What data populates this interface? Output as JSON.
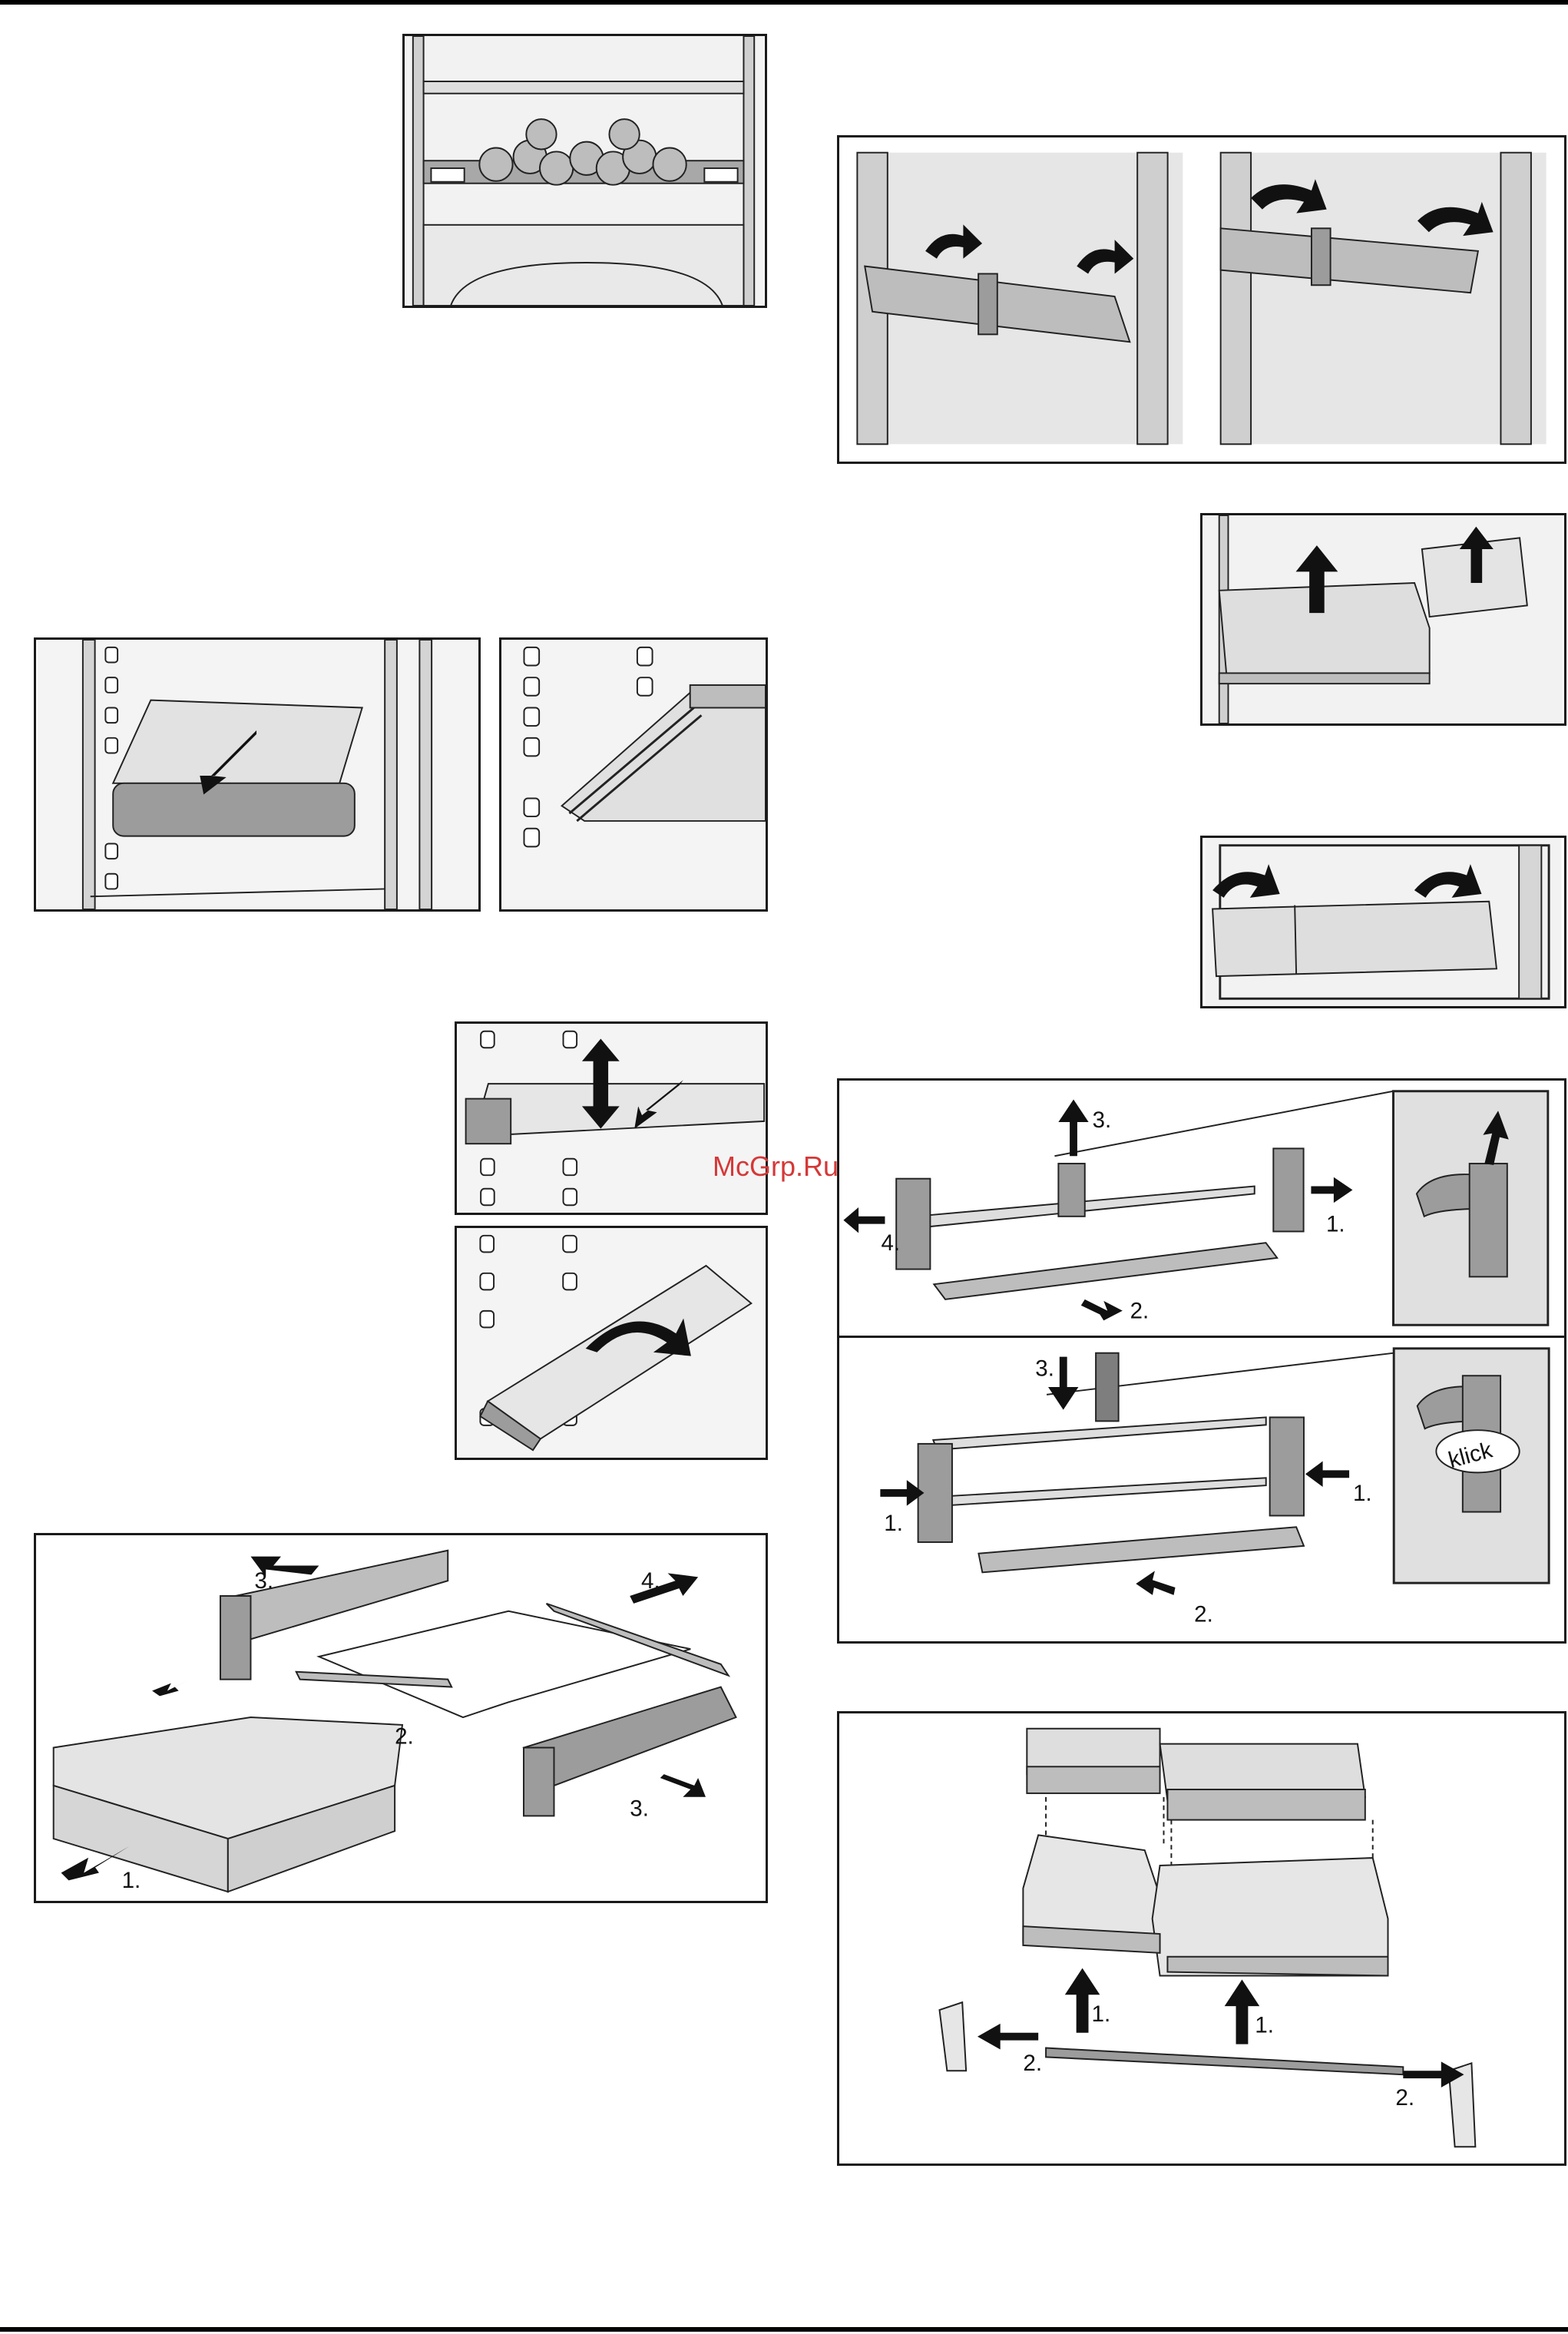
{
  "watermark": "McGrp.Ru",
  "figures": {
    "bottle_shelf": {},
    "drawer_pull": {},
    "drawer_rails": {},
    "shelf_adjust": {},
    "shelf_tilt": {},
    "drawer_parts": {
      "step1": "1.",
      "step2": "2.",
      "step3a": "3.",
      "step3b": "3.",
      "step4": "4."
    },
    "rack_mount": {},
    "box_lift": {},
    "box_door": {},
    "rack_remove": {
      "step1": "1.",
      "step2": "2.",
      "step3": "3.",
      "step4": "4."
    },
    "rack_install": {
      "step1a": "1.",
      "step1b": "1.",
      "step2": "2.",
      "step3": "3.",
      "klick": "klick"
    },
    "door_box_parts": {
      "step1a": "1.",
      "step1b": "1.",
      "step2a": "2.",
      "step2b": "2."
    }
  },
  "colors": {
    "ink": "#1a1a1a",
    "mid_gray": "#9a9a9a",
    "light_gray": "#dcdcdc",
    "watermark": "#d53838"
  }
}
